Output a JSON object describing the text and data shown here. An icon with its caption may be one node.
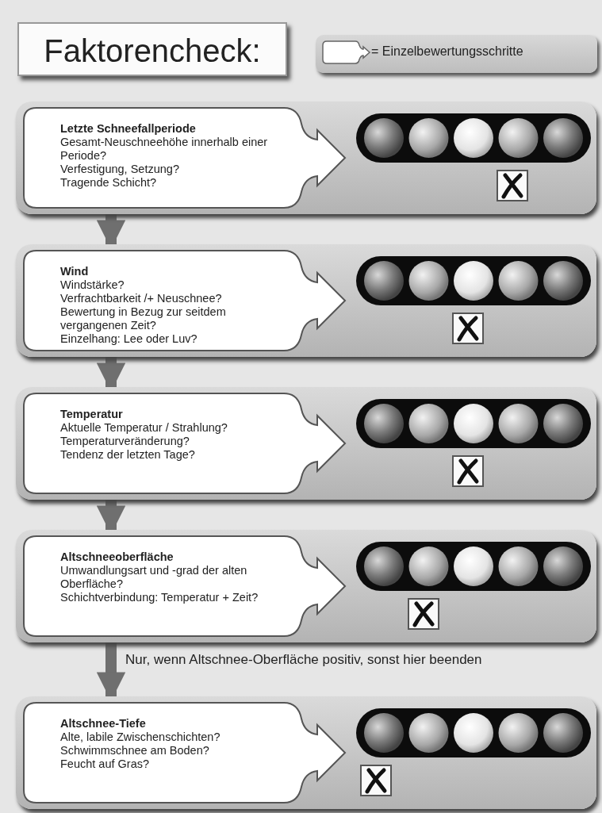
{
  "diagram": {
    "title": "Faktorencheck:",
    "nodes": [
      {
        "text": [
          "Letzte Schneefallperiode",
          "Gesamt-Neuschneehöhe innerhalb einer Periode?",
          "Verfestigung, Setzung?",
          "Tragende Schicht?"
        ]
      },
      {
        "text": [
          "Wind",
          "Windstärke?",
          "Verfrachtbarkeit /+ Neuschnee?",
          "Bewertung in Bezug zur seitdem vergangenen Zeit?",
          "Einzelhang: Lee oder Luv?"
        ]
      },
      {
        "text": [
          "Temperatur",
          "Aktuelle Temperatur / Strahlung?",
          "Temperaturveränderung?",
          "Tendenz der letzten Tage?"
        ]
      },
      {
        "text": [
          "Altschneeoberfläche",
          "Umwandlungsart und -grad der alten Oberfläche?",
          "Schichtverbindung: Temperatur + Zeit?"
        ]
      },
      {
        "text": [
          "Altschnee-Tiefe",
          "Alte, labile Zwischenschichten?",
          "Schwimmschnee am Boden?",
          "Feucht auf Gras?"
        ]
      }
    ],
    "edges": [
      {
        "from": 0,
        "to": 1,
        "arrow": "to"
      },
      {
        "from": 1,
        "to": 2,
        "arrow": "to"
      },
      {
        "from": 2,
        "to": 3,
        "arrow": "to"
      },
      {
        "from": 3,
        "to": 4,
        "arrow": "to",
        "label": "Nur, wenn Altschnee-Oberfläche positiv, sonst hier beenden"
      }
    ],
    "legend": [
      {
        "text": "= Einzelbewertungsschritte"
      }
    ]
  }
}
